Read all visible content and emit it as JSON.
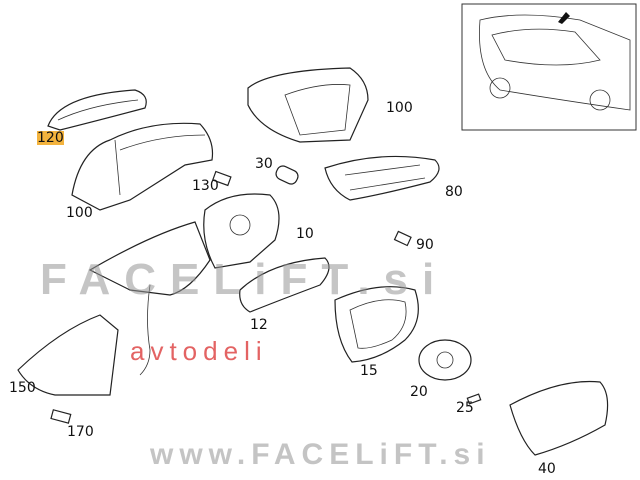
{
  "labels": {
    "p120": "120",
    "p100a": "100",
    "p130": "130",
    "p30": "30",
    "p100b": "100",
    "p80": "80",
    "p10": "10",
    "p90": "90",
    "p12": "12",
    "p15": "15",
    "p20": "20",
    "p25": "25",
    "p40": "40",
    "p150": "150",
    "p170": "170"
  },
  "watermarks": {
    "brand": "FACELiFT.si",
    "sub": "avtodeli",
    "url": "www.FACELiFT.si"
  },
  "colors": {
    "highlight": "#f3b33d",
    "watermark_red": "#dc3c3c"
  }
}
